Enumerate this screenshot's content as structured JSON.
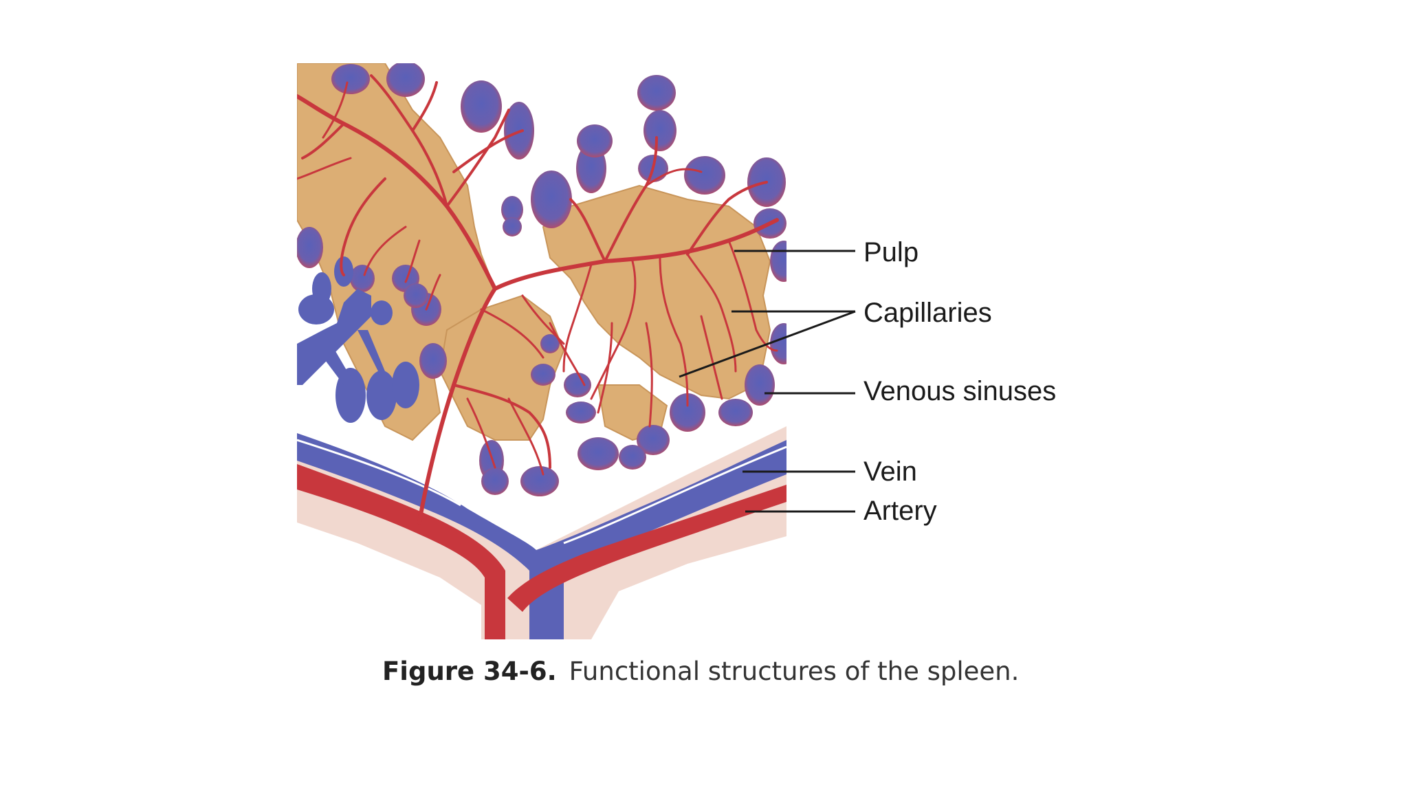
{
  "labels": {
    "pulp": "Pulp",
    "capillaries": "Capillaries",
    "venous_sinuses": "Venous sinuses",
    "vein": "Vein",
    "artery": "Artery"
  },
  "caption": {
    "number": "Figure 34-6.",
    "text": "Functional structures of the spleen."
  },
  "colors": {
    "pulp": "#dcae74",
    "sinus_blue": "#5b62b6",
    "artery_red": "#c8373d",
    "vessel_wall": "#f1d8cf",
    "leader_line": "#1a1a1a"
  }
}
